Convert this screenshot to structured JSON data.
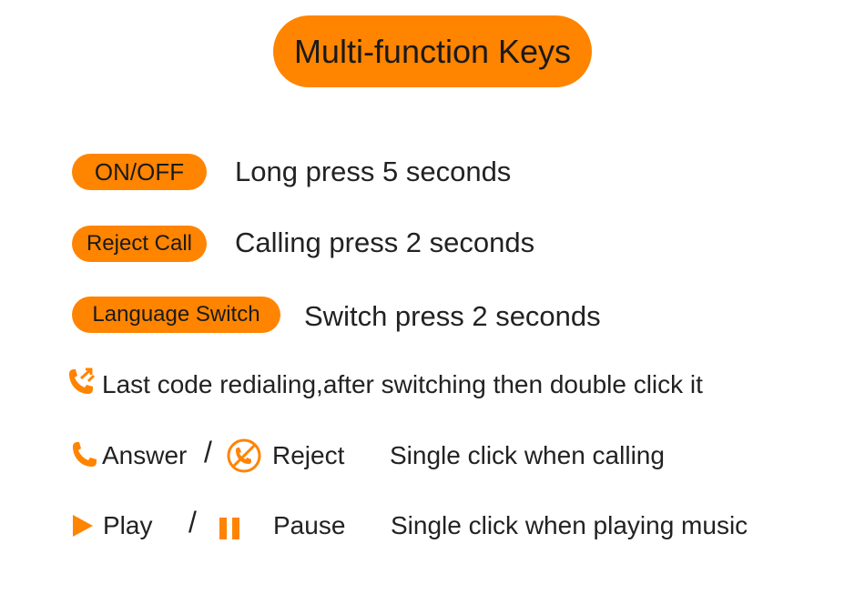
{
  "title": "Multi-function Keys",
  "accent_color": "#ff8400",
  "keys": [
    {
      "label": "ON/OFF",
      "description": "Long press 5 seconds"
    },
    {
      "label": "Reject Call",
      "description": "Calling press 2 seconds"
    },
    {
      "label": "Language Switch",
      "description": "Switch press 2 seconds"
    }
  ],
  "redial": {
    "icon": "phone-redial-icon",
    "text": "Last code redialing,after switching then double click it"
  },
  "call_row": {
    "answer_icon": "phone-icon",
    "answer": "Answer",
    "separator": "/",
    "reject_icon": "phone-reject-icon",
    "reject": "Reject",
    "description": "Single click when calling"
  },
  "music_row": {
    "play_icon": "play-icon",
    "play": "Play",
    "separator": "/",
    "pause_icon": "pause-icon",
    "pause": "Pause",
    "description": "Single click when playing music"
  }
}
